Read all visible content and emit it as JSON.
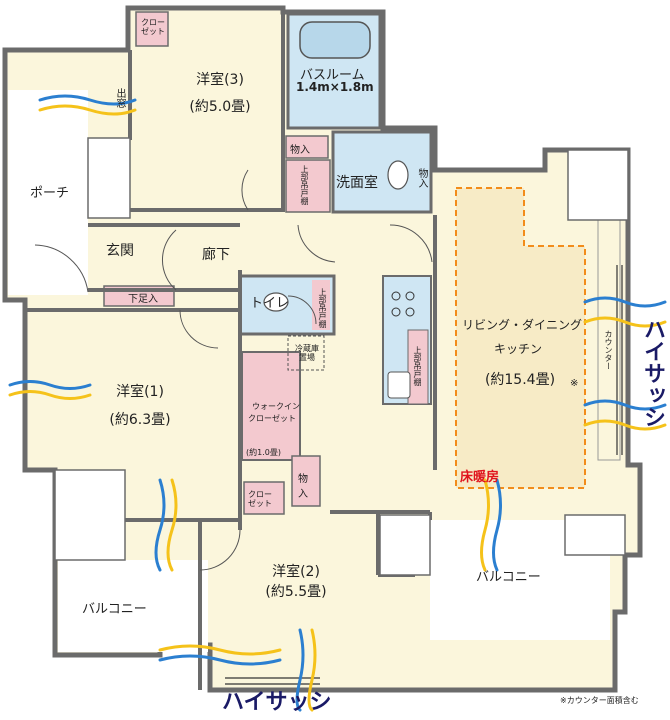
{
  "labels": {
    "room3_name": "洋室(3)",
    "room3_size": "(約5.0畳)",
    "closet_top": "クロー\nゼット",
    "demado": "出窓",
    "bath_name": "バスルーム",
    "bath_size": "1.4m×1.8m",
    "storage": "物入",
    "washroom": "洗面室",
    "porch": "ポーチ",
    "entrance": "玄関",
    "hallway": "廊下",
    "shoe_storage": "下足入",
    "toilet": "トイレ",
    "upper_shelf": "上部吊戸棚",
    "fridge": "冷蔵庫置場",
    "ldk_name": "リビング・ダイニング",
    "ldk_kitchen": "キッチン",
    "ldk_size": "(約15.4畳)",
    "ldk_mark": "※",
    "counter": "カウンター",
    "floor_heating": "床暖房",
    "room1_name": "洋室(1)",
    "room1_size": "(約6.3畳)",
    "wic_line1": "ウォークイン",
    "wic_line2": "クローゼット",
    "wic_size": "(約1.0畳)",
    "closet_mid": "クロー\nゼット",
    "room2_name": "洋室(2)",
    "room2_size": "(約5.5畳)",
    "balcony_left": "バルコニー",
    "balcony_right": "バルコニー",
    "highsash_right": "ハイサッシ",
    "highsash_bottom": "ハイサッシ",
    "footnote": "※カウンター面積含む"
  },
  "colors": {
    "wall": "#6b6b6b",
    "floor": "#fbf6dc",
    "bath": "#cfe6f3",
    "closet": "#f3c9cf",
    "balcony": "#ffffff",
    "heating_border": "#f28c1a",
    "arrow_blue": "#2b7fd0",
    "arrow_yellow": "#f5c21a"
  }
}
